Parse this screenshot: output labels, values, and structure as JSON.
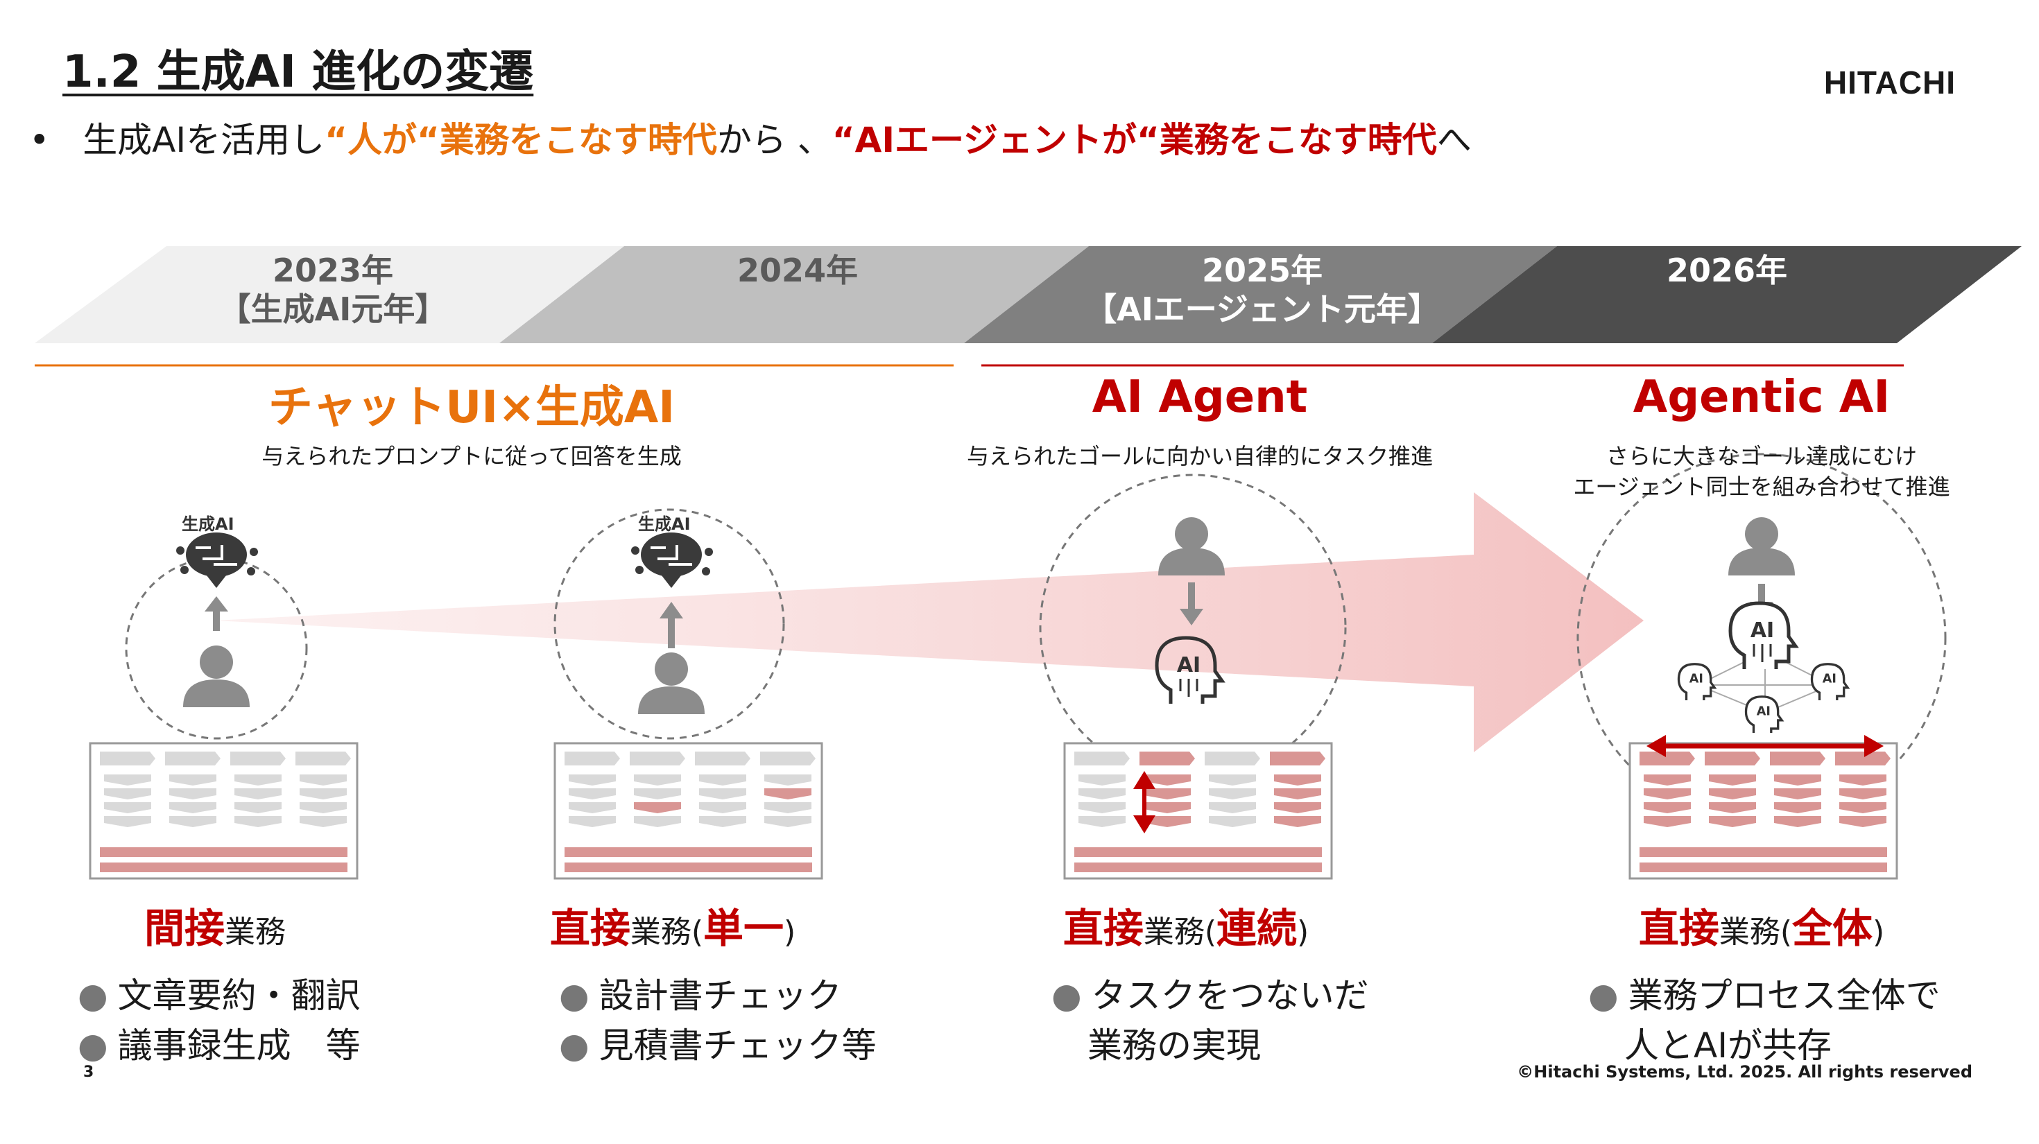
{
  "title": "1.2  生成AI 進化の変遷",
  "logo": "HITACHI",
  "subtitle": {
    "bullet": "•",
    "part1": "生成AIを活用し",
    "part2": "“人が“業務をこなす時代",
    "part3": "から 、",
    "part4": "“AIエージェントが“業務をこなす時代",
    "part5": "へ"
  },
  "timeline": [
    {
      "year": "2023年",
      "sub": "【生成AI元年】",
      "color": "#f0f0f0"
    },
    {
      "year": "2024年",
      "sub": "",
      "color": "#bfbfbf"
    },
    {
      "year": "2025年",
      "sub": "【AIエージェント元年】",
      "color": "#808080"
    },
    {
      "year": "2026年",
      "sub": "",
      "color": "#4d4d4d"
    }
  ],
  "eras": [
    {
      "title": "チャットUI×生成AI",
      "desc": [
        "与えられたプロンプトに従って回答を生成"
      ],
      "color": "#e8720c"
    },
    {
      "title": "AI Agent",
      "desc": [
        "与えられたゴールに向かい自律的にタスク推進"
      ],
      "color": "#c00000"
    },
    {
      "title": "Agentic AI",
      "desc": [
        "さらに大きなゴール達成にむけ",
        "エージェント同士を組み合わせて推進"
      ],
      "color": "#c00000"
    }
  ],
  "icon_labels": {
    "gen_ai": "生成AI",
    "ai": "AI"
  },
  "columns": [
    {
      "work_strong": "間接",
      "work_rest": "業務",
      "work_paren": "",
      "bullets": [
        "文章要約・翻訳",
        "議事録生成　等"
      ]
    },
    {
      "work_strong": "直接",
      "work_rest": "業務(",
      "work_paren": "単一",
      "work_close": ")",
      "bullets": [
        "設計書チェック",
        "見積書チェック等"
      ]
    },
    {
      "work_strong": "直接",
      "work_rest": "業務(",
      "work_paren": "連続",
      "work_close": ")",
      "bullets": [
        "タスクをつないだ",
        "業務の実現"
      ],
      "bullet_count": 1
    },
    {
      "work_strong": "直接",
      "work_rest": "業務(",
      "work_paren": "全体",
      "work_close": ")",
      "bullets": [
        "業務プロセス全体で",
        "人とAIが共存"
      ],
      "bullet_count": 1
    }
  ],
  "bullet_mark": "●",
  "page_number": "3",
  "copyright": "©Hitachi Systems, Ltd. 2025. All rights reserved",
  "colors": {
    "accent_orange": "#e8720c",
    "accent_red": "#c00000",
    "pale_red": "#d99694",
    "arrow": "#f4c7c7"
  }
}
